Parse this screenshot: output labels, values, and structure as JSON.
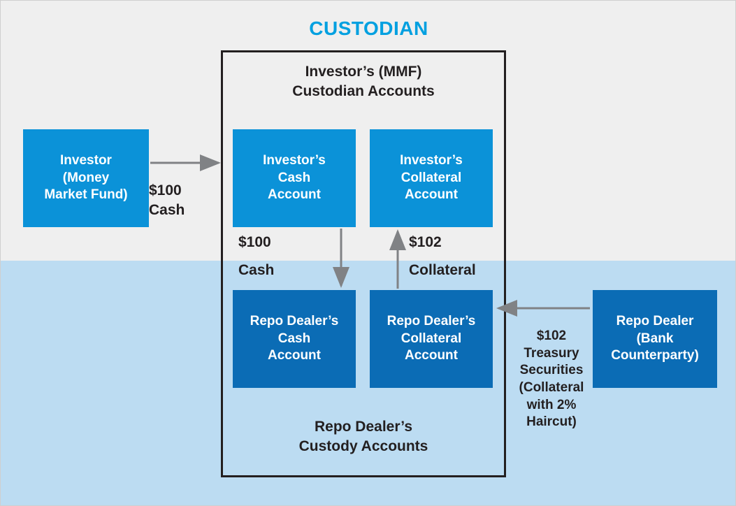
{
  "diagram": {
    "title": "CUSTODIAN",
    "accent_color": "#00a0e0",
    "band_top_color": "#efefef",
    "band_bottom_color": "#bcdcf2",
    "box_border_color": "#231f20",
    "upper_section_label": "Investor’s (MMF)\nCustodian Accounts",
    "upper_section_line1": "Investor’s (MMF)",
    "upper_section_line2": "Custodian Accounts",
    "lower_section_line1": "Repo Dealer’s",
    "lower_section_line2": "Custody Accounts",
    "entities": [
      {
        "name": "investor",
        "line1": "Investor",
        "line2": "(Money",
        "line3": "Market Fund)",
        "color": "#0b92d8"
      },
      {
        "name": "repo-dealer",
        "line1": "Repo Dealer",
        "line2": "(Bank",
        "line3": "Counterparty)",
        "color": "#0b6cb5"
      }
    ],
    "accounts": [
      {
        "name": "investors-cash-account",
        "line1": "Investor’s",
        "line2": "Cash",
        "line3": "Account",
        "color": "#0b92d8"
      },
      {
        "name": "investors-collateral-account",
        "line1": "Investor’s",
        "line2": "Collateral",
        "line3": "Account",
        "color": "#0b92d8"
      },
      {
        "name": "repo-dealers-cash-account",
        "line1": "Repo Dealer’s",
        "line2": "Cash",
        "line3": "Account",
        "color": "#0b6cb5"
      },
      {
        "name": "repo-dealers-collateral-account",
        "line1": "Repo Dealer’s",
        "line2": "Collateral",
        "line3": "Account",
        "color": "#0b6cb5"
      }
    ],
    "flows": [
      {
        "name": "investor-to-cash-account",
        "amount": "$100",
        "kind": "Cash"
      },
      {
        "name": "investor-cash-to-dealer-cash",
        "amount": "$100",
        "kind": "Cash"
      },
      {
        "name": "dealer-collateral-to-investor-collateral",
        "amount": "$102",
        "kind": "Collateral"
      },
      {
        "name": "dealer-to-collateral-account",
        "amount": "$102",
        "line2": "Treasury",
        "line3": "Securities",
        "line4": "(Collateral",
        "line5": "with 2%",
        "line6": "Haircut)"
      }
    ]
  }
}
